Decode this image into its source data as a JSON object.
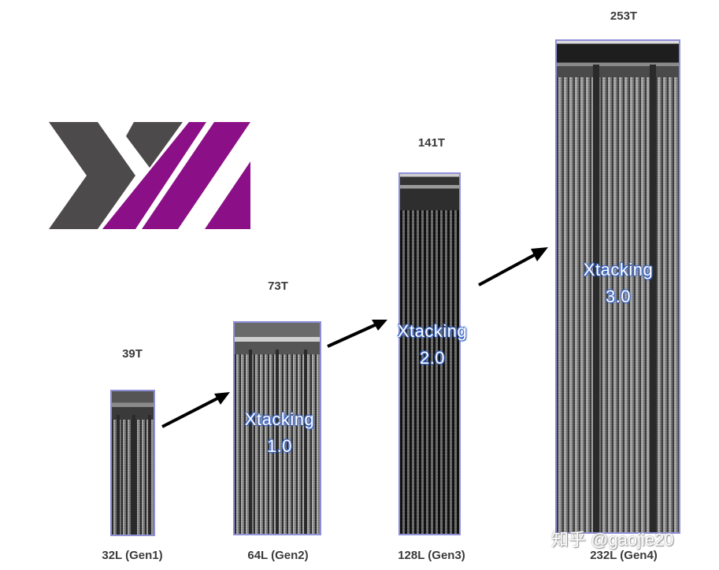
{
  "generations": [
    {
      "capacity": "39T",
      "layers": "32L (Gen1)",
      "xtacking_line1": "",
      "xtacking_line2": ""
    },
    {
      "capacity": "73T",
      "layers": "64L (Gen2)",
      "xtacking_line1": "Xtacking",
      "xtacking_line2": "1.0"
    },
    {
      "capacity": "141T",
      "layers": "128L (Gen3)",
      "xtacking_line1": "Xtacking",
      "xtacking_line2": "2.0"
    },
    {
      "capacity": "253T",
      "layers": "232L (Gen4)",
      "xtacking_line1": "Xtacking",
      "xtacking_line2": "3.0"
    }
  ],
  "watermark": "知乎 @gaojie20",
  "colors": {
    "logo_gray": "#4d4a4b",
    "logo_purple": "#8b0f86",
    "slice_border": "#8f8fd8",
    "xtacking_glow": "#3b67c9"
  }
}
